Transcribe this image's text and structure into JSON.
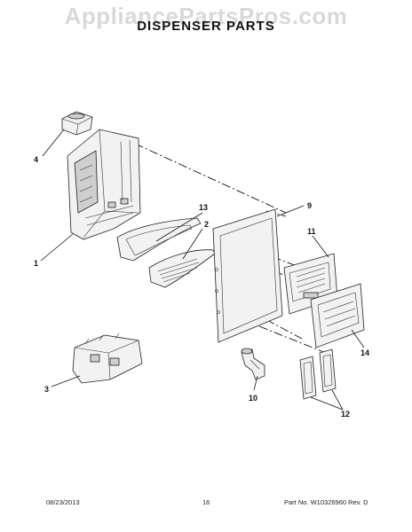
{
  "watermark": "AppliancePartsPros.com",
  "title": "DISPENSER PARTS",
  "callouts": {
    "c1": "1",
    "c2": "2",
    "c3": "3",
    "c4": "4",
    "c9": "9",
    "c10": "10",
    "c11": "11",
    "c12": "12",
    "c13": "13",
    "c14": "14"
  },
  "footer": {
    "date": "08/23/2013",
    "page": "16",
    "part_no": "Part No. W10326960  Rev. D"
  }
}
